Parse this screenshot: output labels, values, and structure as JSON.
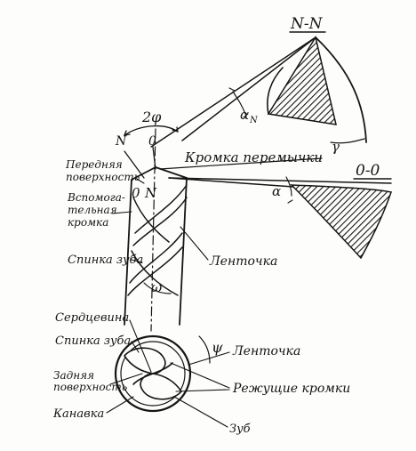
{
  "labels": {
    "section_nn": "N-N",
    "section_oo": "0-0",
    "alpha_n": "α",
    "alpha_n_sub": "N",
    "gamma": "γ",
    "alpha": "α",
    "two_phi": "2φ",
    "marker_n": "N",
    "marker_o": "0",
    "marker_o_face": "0",
    "marker_n_face": "N",
    "chisel_edge": "Кромка перемычки",
    "rake_face_1": "Передняя",
    "rake_face_2": "поверхность",
    "aux_edge_1": "Вспомога-",
    "aux_edge_2": "тельная",
    "aux_edge_3": "кромка",
    "land_back": "Спинка зуба",
    "margin": "Ленточка",
    "omega": "ω",
    "core": "Сердцевина",
    "land_back_2": "Спинка зуба",
    "margin_2": "Ленточка",
    "psi": "ψ",
    "flank_1": "Задняя",
    "flank_2": "поверхность",
    "cutting_edges": "Режущие кромки",
    "flute": "Канавка",
    "tooth": "Зуб"
  },
  "colors": {
    "ink": "#151515",
    "paper": "#fdfdfb"
  }
}
